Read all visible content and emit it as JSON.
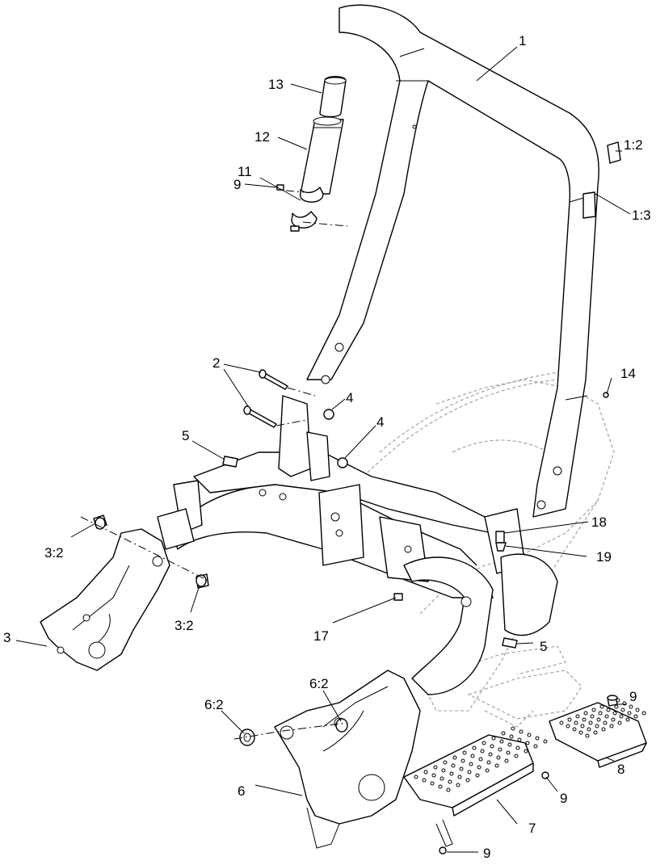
{
  "callouts": {
    "c1": "1",
    "c1_2": "1:2",
    "c1_3": "1:3",
    "c2": "2",
    "c3": "3",
    "c3_2a": "3:2",
    "c3_2b": "3:2",
    "c4a": "4",
    "c4b": "4",
    "c5a": "5",
    "c5b": "5",
    "c6": "6",
    "c6_2a": "6:2",
    "c6_2b": "6:2",
    "c7": "7",
    "c8": "8",
    "c9a": "9",
    "c9b": "9",
    "c9c": "9",
    "c9d": "9",
    "c11": "11",
    "c12": "12",
    "c13": "13",
    "c14": "14",
    "c17": "17",
    "c18": "18",
    "c19": "19"
  }
}
